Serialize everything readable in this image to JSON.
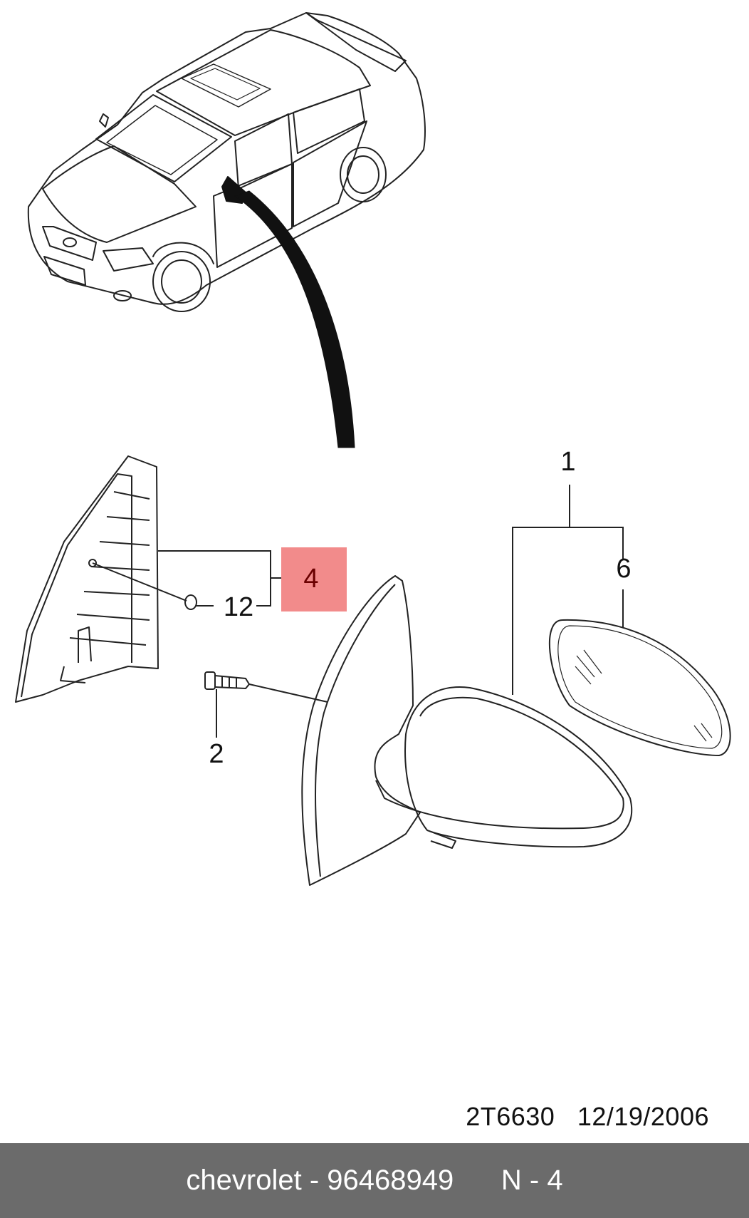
{
  "callouts": {
    "c1": "1",
    "c6": "6",
    "c4": "4",
    "c12": "12",
    "c2": "2"
  },
  "highlight_color": "#f28b8b",
  "drawing_code": "2T6630   12/19/2006",
  "footer": {
    "brand": "chevrolet",
    "separator": " - ",
    "part_number": "96468949",
    "position": "N - 4"
  },
  "footer_color": "#6b6b6b"
}
